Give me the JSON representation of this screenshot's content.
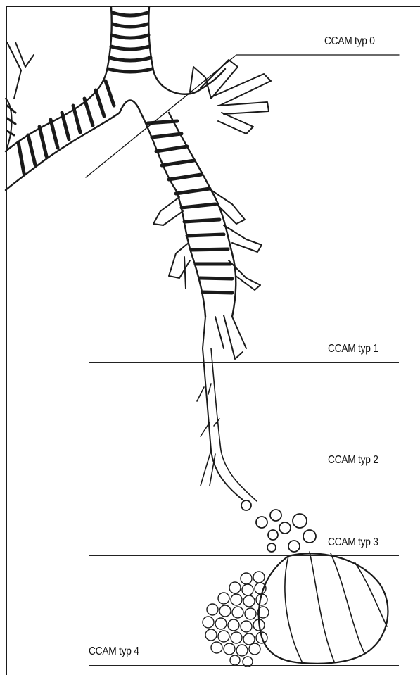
{
  "labels": {
    "typ0": "CCAM typ 0",
    "typ1": "CCAM typ 1",
    "typ2": "CCAM typ 2",
    "typ3": "CCAM typ 3",
    "typ4": "CCAM typ 4"
  },
  "colors": {
    "ink": "#1a1a1a",
    "line": "#222222",
    "background": "#ffffff"
  }
}
